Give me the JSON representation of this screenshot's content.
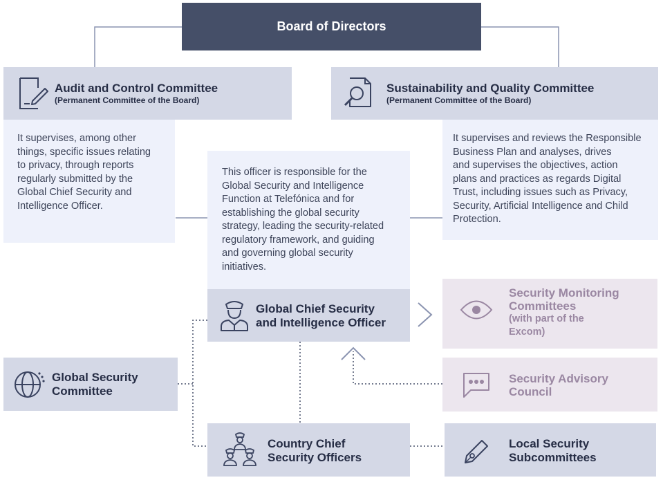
{
  "board": {
    "title": "Board of Directors"
  },
  "audit": {
    "title": "Audit and Control Committee",
    "subtitle": "(Permanent Committee of the Board)",
    "description": [
      "It supervises, among other",
      "things, specific issues relating",
      "to privacy, through reports",
      "regularly submitted by the",
      "Global Chief Security and",
      "Intelligence Officer."
    ]
  },
  "sustainability": {
    "title": "Sustainability and Quality Committee",
    "subtitle": "(Permanent Committee of the Board)",
    "description": [
      "It supervises and reviews the Responsible",
      "Business Plan and analyses, drives",
      "and supervises the objectives, action",
      "plans and practices as regards Digital",
      "Trust, including issues such as Privacy,",
      "Security, Artificial Intelligence and Child",
      "Protection."
    ]
  },
  "officer": {
    "description": [
      "This officer is responsible for the",
      "Global Security and Intelligence",
      "Function at Telefónica and for",
      "establishing the global security",
      "strategy, leading the security-related",
      "regulatory framework, and guiding",
      "and governing global security",
      "initiatives."
    ],
    "title": [
      "Global Chief Security",
      "and Intelligence Officer"
    ]
  },
  "monitoring": {
    "title": [
      "Security Monitoring",
      "Committees"
    ],
    "subtitle": [
      "(with part of the",
      "Excom)"
    ]
  },
  "advisory": {
    "title": [
      "Security Advisory",
      "Council"
    ]
  },
  "global_committee": {
    "title": [
      "Global Security",
      "Committee"
    ]
  },
  "country": {
    "title": [
      "Country Chief",
      "Security Officers"
    ]
  },
  "local": {
    "title": [
      "Local Security",
      "Subcommittees"
    ]
  },
  "icons": {
    "audit": "document-pen-icon",
    "sustainability": "document-magnifier-icon",
    "officer": "security-officer-icon",
    "monitoring": "eye-icon",
    "advisory": "chat-bubble-icon",
    "global_committee": "globe-icon",
    "country": "officers-group-icon",
    "local": "pen-icon"
  },
  "colors": {
    "board": "#454f68",
    "committee_header": "#d4d8e6",
    "description_box": "#eef1fb",
    "advisory_box": "#ece6ee",
    "advisory_text": "#9a87a2",
    "connector": "#8a93b0"
  }
}
